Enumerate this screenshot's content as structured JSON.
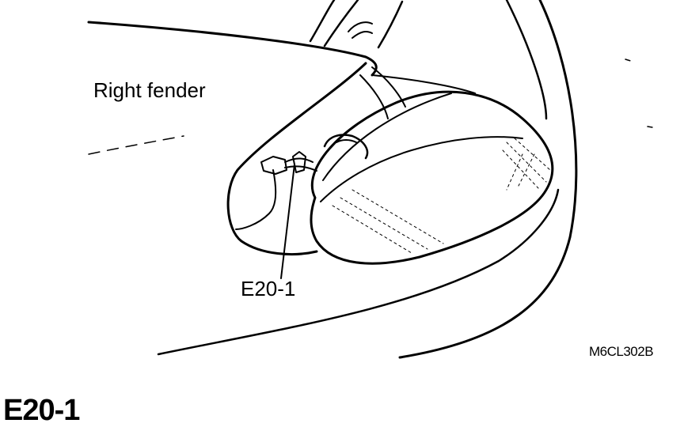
{
  "labels": {
    "fender": "Right fender",
    "connector_callout": "E20-1",
    "figure_code": "M6CL302B"
  },
  "heading": "E20-1",
  "colors": {
    "line": "#000000",
    "background": "#ffffff"
  }
}
